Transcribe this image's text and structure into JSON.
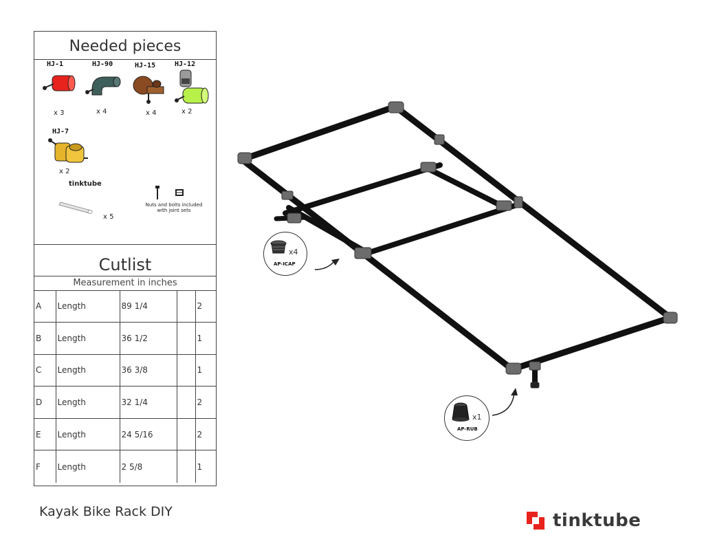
{
  "needed_pieces": {
    "title": "Needed pieces",
    "pieces": [
      {
        "code": "HJ-1",
        "qty": "x 3",
        "color": "#e8231d"
      },
      {
        "code": "HJ-90",
        "qty": "x 4",
        "color": "#3f5f5c"
      },
      {
        "code": "HJ-15",
        "qty": "x 4",
        "color": "#8a4a22"
      },
      {
        "code": "HJ-12",
        "qty": "x 2",
        "color": "#b8f04a"
      },
      {
        "code": "HJ-7",
        "qty": "x 2",
        "color": "#e6b42a"
      }
    ],
    "tube_label": "tinktube",
    "tube_qty": "x 5",
    "nuts_note": "Nuts and bolts included with joint sets"
  },
  "cutlist": {
    "title": "Cutlist",
    "subtitle": "Measurement in inches",
    "rows": [
      {
        "id": "A",
        "name": "Length",
        "size": "89 1/4",
        "extra": "",
        "qty": "2"
      },
      {
        "id": "B",
        "name": "Length",
        "size": "36 1/2",
        "extra": "",
        "qty": "1"
      },
      {
        "id": "C",
        "name": "Length",
        "size": "36 3/8",
        "extra": "",
        "qty": "1"
      },
      {
        "id": "D",
        "name": "Length",
        "size": "32 1/4",
        "extra": "",
        "qty": "2"
      },
      {
        "id": "E",
        "name": "Length",
        "size": "24  5/16",
        "extra": "",
        "qty": "2"
      },
      {
        "id": "F",
        "name": "Length",
        "size": "2 5/8",
        "extra": "",
        "qty": "1"
      }
    ]
  },
  "caption": "Kayak Bike Rack DIY",
  "brand": {
    "name": "tinktube",
    "color": "#e8231d"
  },
  "callouts": [
    {
      "qty": "x4",
      "code": "AP-ICAP"
    },
    {
      "qty": "x1",
      "code": "AP-RUB"
    }
  ]
}
